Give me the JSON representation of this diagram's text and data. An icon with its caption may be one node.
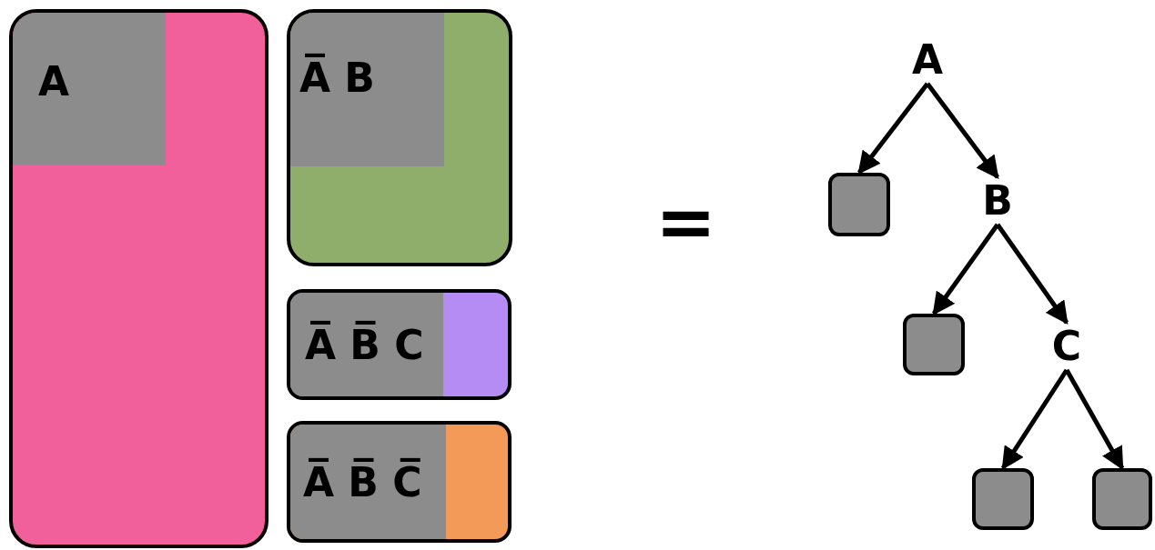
{
  "diagram": {
    "nodes": [
      {
        "text": [],
        "shape": "box"
      },
      {
        "text": [
          "A"
        ],
        "in": 0
      },
      {
        "text": [],
        "shape": "box"
      },
      {
        "text": [
          "A̅ B"
        ],
        "in": 2
      },
      {
        "text": [],
        "shape": "box"
      },
      {
        "text": [
          "A̅ B̅ C"
        ],
        "in": 4
      },
      {
        "text": [],
        "shape": "box"
      },
      {
        "text": [
          "A̅ B̅ C̅"
        ],
        "in": 6
      },
      {
        "text": [
          "A"
        ]
      },
      {
        "text": [],
        "shape": "box"
      },
      {
        "text": [
          "B"
        ]
      },
      {
        "text": [],
        "shape": "box"
      },
      {
        "text": [
          "C"
        ]
      },
      {
        "text": [],
        "shape": "box"
      },
      {
        "text": [],
        "shape": "box"
      }
    ],
    "edges": [
      {
        "from": 8,
        "to": 9,
        "arrow": "to"
      },
      {
        "from": 8,
        "to": 10,
        "arrow": "to"
      },
      {
        "from": 10,
        "to": 11,
        "arrow": "to"
      },
      {
        "from": 10,
        "to": 12,
        "arrow": "to"
      },
      {
        "from": 12,
        "to": 13,
        "arrow": "to"
      },
      {
        "from": 12,
        "to": 14,
        "arrow": "to"
      }
    ],
    "labels": [
      "="
    ]
  }
}
